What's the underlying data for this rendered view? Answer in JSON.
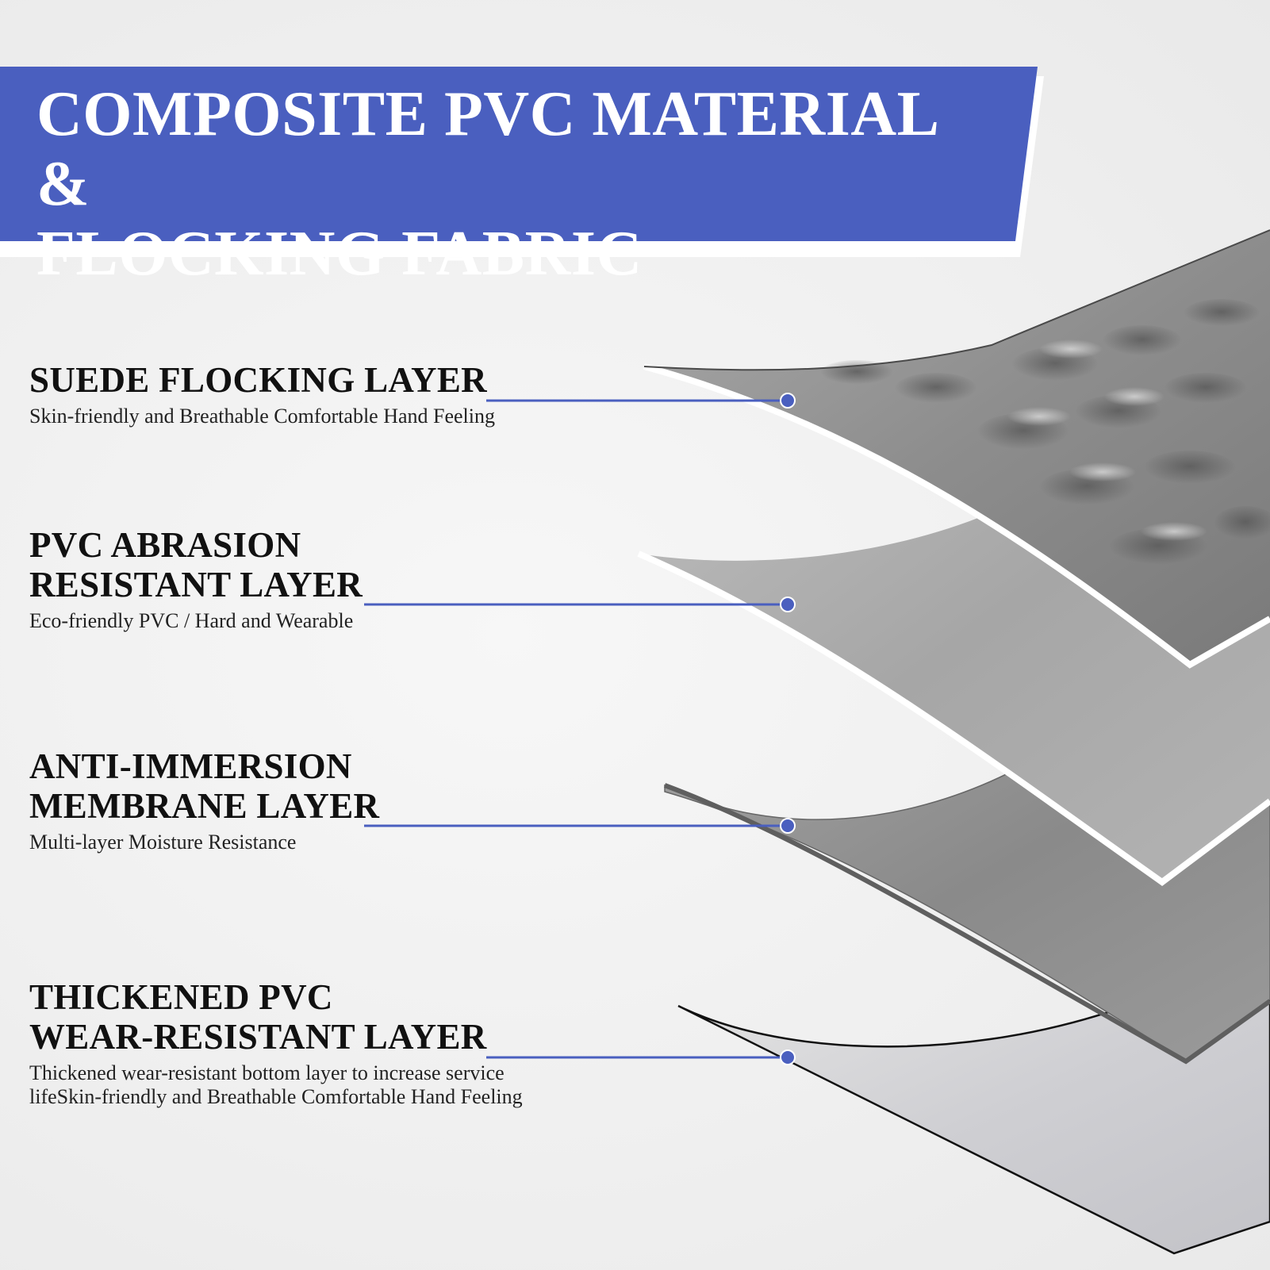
{
  "banner": {
    "line1": "COMPOSITE PVC MATERIAL &",
    "line2": "FLOCKING FABRIC",
    "color": "#4a5fbf"
  },
  "accent_color": "#4a5fbf",
  "layers": [
    {
      "title_line1": "SUEDE FLOCKING LAYER",
      "title_line2": "",
      "sub_line1": "Skin-friendly and Breathable Comfortable Hand Feeling",
      "sub_line2": ""
    },
    {
      "title_line1": "PVC ABRASION",
      "title_line2": "RESISTANT LAYER",
      "sub_line1": "Eco-friendly PVC / Hard and Wearable",
      "sub_line2": ""
    },
    {
      "title_line1": "ANTI-IMMERSION",
      "title_line2": "MEMBRANE LAYER",
      "sub_line1": "Multi-layer Moisture Resistance",
      "sub_line2": ""
    },
    {
      "title_line1": "THICKENED PVC",
      "title_line2": "WEAR-RESISTANT LAYER",
      "sub_line1": "Thickened wear-resistant bottom layer to increase service",
      "sub_line2": "lifeSkin-friendly and Breathable Comfortable Hand Feeling"
    }
  ]
}
